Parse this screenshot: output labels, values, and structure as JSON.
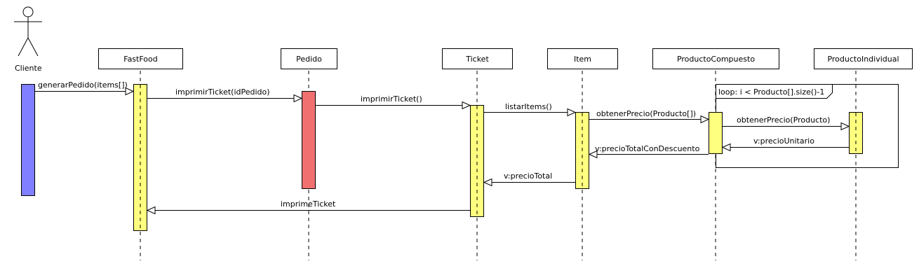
{
  "actors": {
    "cliente": "Cliente",
    "fastfood": "FastFood",
    "pedido": "Pedido",
    "ticket": "Ticket",
    "item": "Item",
    "producto_compuesto": "ProductoCompuesto",
    "producto_individual": "ProductoIndividual"
  },
  "messages": {
    "generar_pedido": "generarPedido(items[])",
    "imprimir_ticket_id": "imprimirTicket(idPedido)",
    "imprimir_ticket": "imprimirTicket()",
    "listar_items": "listarItems()",
    "obtener_precio_producto_arr": "obtenerPrecio(Producto[])",
    "obtener_precio_producto": "obtenerPrecio(Producto)",
    "precio_unitario": "v:precioUnitario",
    "precio_total_descuento": "v:precioTotalConDescuento",
    "precio_total": "v:precioTotal",
    "imprime_ticket": "imprimeTicket"
  },
  "loop": {
    "label": "loop: i < Producto[].size()-1"
  },
  "colors": {
    "activation_client": "#7f7fff",
    "activation_default": "#ffff7f",
    "activation_pedido": "#f07070"
  }
}
